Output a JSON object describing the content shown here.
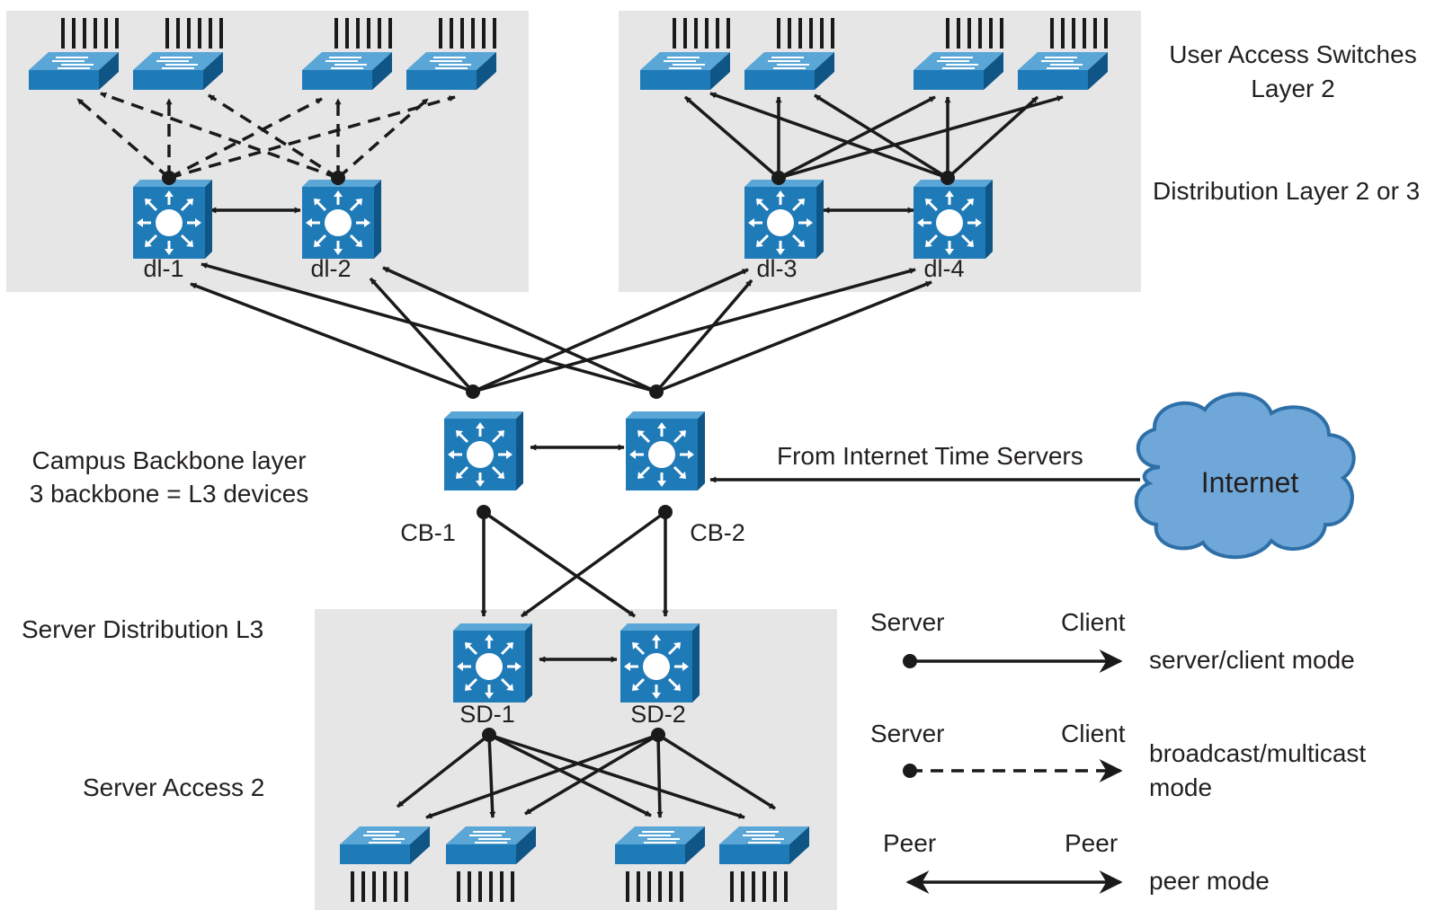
{
  "labels": {
    "user_access_line1": "User Access Switches",
    "user_access_line2": "Layer 2",
    "distribution": "Distribution Layer 2 or 3",
    "backbone_line1": "Campus Backbone layer",
    "backbone_line2": "3 backbone = L3 devices",
    "server_distribution": "Server Distribution L3",
    "server_access": "Server Access 2",
    "time_servers": "From Internet Time Servers",
    "internet": "Internet"
  },
  "devices": {
    "dl1": "dl-1",
    "dl2": "dl-2",
    "dl3": "dl-3",
    "dl4": "dl-4",
    "cb1": "CB-1",
    "cb2": "CB-2",
    "sd1": "SD-1",
    "sd2": "SD-2"
  },
  "legend": {
    "server_client": {
      "left": "Server",
      "right": "Client",
      "mode": "server/client mode"
    },
    "broadcast": {
      "left": "Server",
      "right": "Client",
      "mode_line1": "broadcast/multicast",
      "mode_line2": "mode"
    },
    "peer": {
      "left": "Peer",
      "right": "Peer",
      "mode": "peer mode"
    }
  },
  "colors": {
    "device_blue": "#1f7ab8",
    "device_dark": "#0f5586",
    "device_light": "#5aa6d6",
    "cloud_fill": "#6fa7d8",
    "cloud_stroke": "#2e6fa8",
    "panel": "#e6e6e6",
    "line": "#1a1a1a"
  }
}
